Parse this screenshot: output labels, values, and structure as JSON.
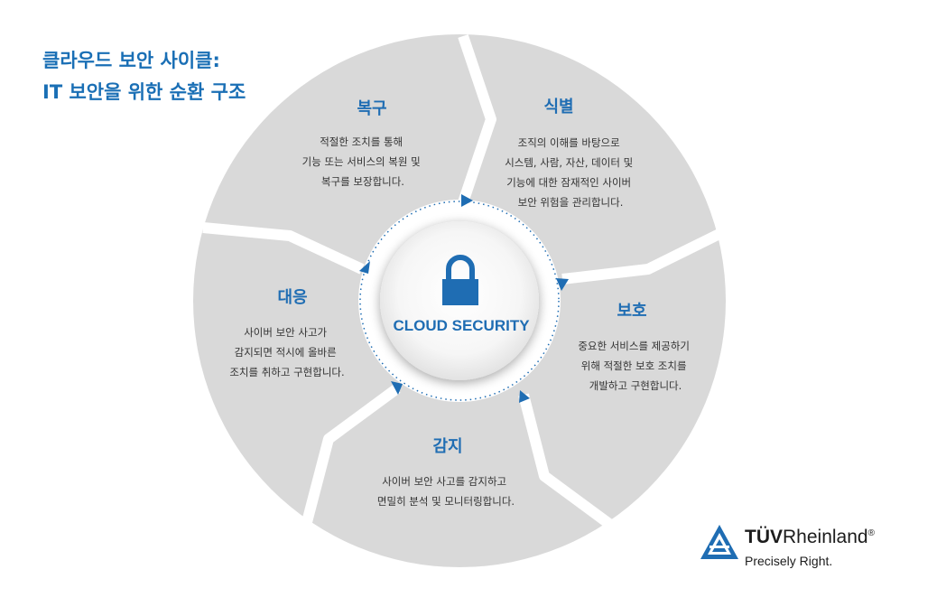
{
  "title": {
    "line1": "클라우드 보안 사이클:",
    "line2": "IT 보안을 위한 순환 구조"
  },
  "center": {
    "label": "CLOUD SECURITY",
    "icon": "padlock-icon"
  },
  "segments": [
    {
      "id": "identify",
      "title": "식별",
      "lines": [
        "조직의 이해를 바탕으로",
        "시스템, 사람, 자산, 데이터 및",
        "기능에 대한 잠재적인 사이버",
        "보안 위험을 관리합니다."
      ]
    },
    {
      "id": "protect",
      "title": "보호",
      "lines": [
        "중요한 서비스를 제공하기",
        "위해 적절한 보호 조치를",
        "개발하고 구현합니다."
      ]
    },
    {
      "id": "detect",
      "title": "감지",
      "lines": [
        "사이버 보안 사고를 감지하고",
        "면밀히 분석 및 모니터링합니다."
      ]
    },
    {
      "id": "respond",
      "title": "대응",
      "lines": [
        "사이버 보안 사고가",
        "감지되면 적시에 올바른",
        "조치를 취하고 구현합니다."
      ]
    },
    {
      "id": "recover",
      "title": "복구",
      "lines": [
        "적절한 조치를 통해",
        "기능 또는 서비스의 복원 및",
        "복구를 보장합니다."
      ]
    }
  ],
  "logo": {
    "brand_bold": "TÜV",
    "brand_rest": "Rheinland",
    "registered": "®",
    "tagline": "Precisely Right."
  },
  "colors": {
    "accent": "#1f6db3",
    "segment_fill": "#d9d9d9",
    "text": "#333333"
  }
}
